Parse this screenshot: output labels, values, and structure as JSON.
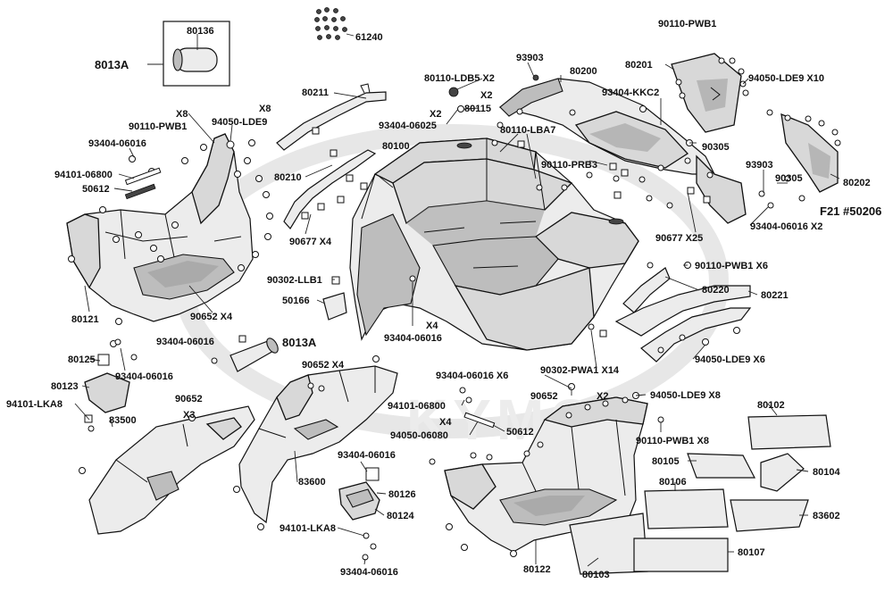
{
  "watermark": {
    "text": "KYMCO"
  },
  "inset": {
    "callout": "8013A",
    "label": "80136"
  },
  "labels": {
    "l61240": "61240",
    "l8013A_top": "8013A",
    "l80136": "80136",
    "l80211": "80211",
    "l80210": "80210",
    "l90677_x4": "90677  X4",
    "lx8": "X8",
    "l90110_pwb1_l": "90110-PWB1",
    "l94050_lde9_l": "94050-LDE9",
    "l93404_06016_a": "93404-06016",
    "l94101_06800_l": "94101-06800",
    "l50612_l": "50612",
    "l80121": "80121",
    "l90652_x4_a": "90652  X4",
    "l93404_06016_b": "93404-06016",
    "l80125": "80125",
    "l93404_06016_c": "93404-06016",
    "l8013A_mid": "8013A",
    "l80123": "80123",
    "l94101_lka8_l": "94101-LKA8",
    "l90652_x3": "90652",
    "lx3": "X3",
    "l83500": "83500",
    "l90652_x4_b": "90652  X4",
    "l83600": "83600",
    "l93404_06016_d": "93404-06016",
    "l80126": "80126",
    "l80124": "80124",
    "l94101_lka8_b": "94101-LKA8",
    "l93404_06016_e": "93404-06016",
    "l90302_llb1": "90302-LLB1",
    "l50166": "50166",
    "lx4_mid": "X4",
    "l93404_06016_f": "93404-06016",
    "l93404_06025": "93404-06025",
    "lx2_a": "X2",
    "l80100": "80100",
    "l80110_ldb5": "80110-LDB5  X2",
    "l80115": "80115",
    "lx2_b": "X2",
    "l93903_a": "93903",
    "l80200": "80200",
    "l80110_lba7": "80110-LBA7",
    "l93404_kkc2": "93404-KKC2",
    "l90110_prb3": "90110-PRB3",
    "l90305_a": "90305",
    "l90110_pwb1_tr": "90110-PWB1",
    "l80201": "80201",
    "l94050_lde9_x10": "94050-LDE9  X10",
    "l93903_b": "93903",
    "l90305_b": "90305",
    "l80202": "80202",
    "lf21": "F21 #50206",
    "l93404_06016_x2": "93404-06016  X2",
    "l90677_x25": "90677  X25",
    "l90110_pwb1_x6": "90110-PWB1  X6",
    "l80220": "80220",
    "l80221": "80221",
    "l94050_lde9_x6": "94050-LDE9  X6",
    "l93404_06016_x6": "93404-06016  X6",
    "l90302_pwa1": "90302-PWA1  X14",
    "l90652_x2": "90652",
    "lx2_c": "X2",
    "l94050_lde9_x8": "94050-LDE9  X8",
    "l94101_06800_m": "94101-06800",
    "lx4_b": "X4",
    "l94050_06080": "94050-06080",
    "l50612_m": "50612",
    "l90110_pwb1_x8": "90110-PWB1  X8",
    "l80122": "80122",
    "l80102": "80102",
    "l80105": "80105",
    "l80104": "80104",
    "l80106": "80106",
    "l83602": "83602",
    "l80103": "80103",
    "l80107": "80107"
  }
}
